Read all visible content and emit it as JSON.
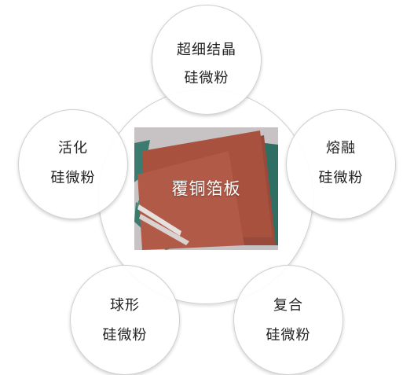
{
  "center": {
    "label": "覆铜箔板"
  },
  "nodes": [
    {
      "id": "ultrafine",
      "line1": "超细结晶",
      "line2": "硅微粉"
    },
    {
      "id": "fused",
      "line1": "熔融",
      "line2": "硅微粉"
    },
    {
      "id": "composite",
      "line1": "复合",
      "line2": "硅微粉"
    },
    {
      "id": "spherical",
      "line1": "球形",
      "line2": "硅微粉"
    },
    {
      "id": "activated",
      "line1": "活化",
      "line2": "硅微粉"
    }
  ],
  "colors": {
    "copper": "#a8513f",
    "laminate_green": "#3b7a6e",
    "panel_bg": "#cbc7c8",
    "circle_border": "#cfcfcf",
    "text": "#222222"
  }
}
